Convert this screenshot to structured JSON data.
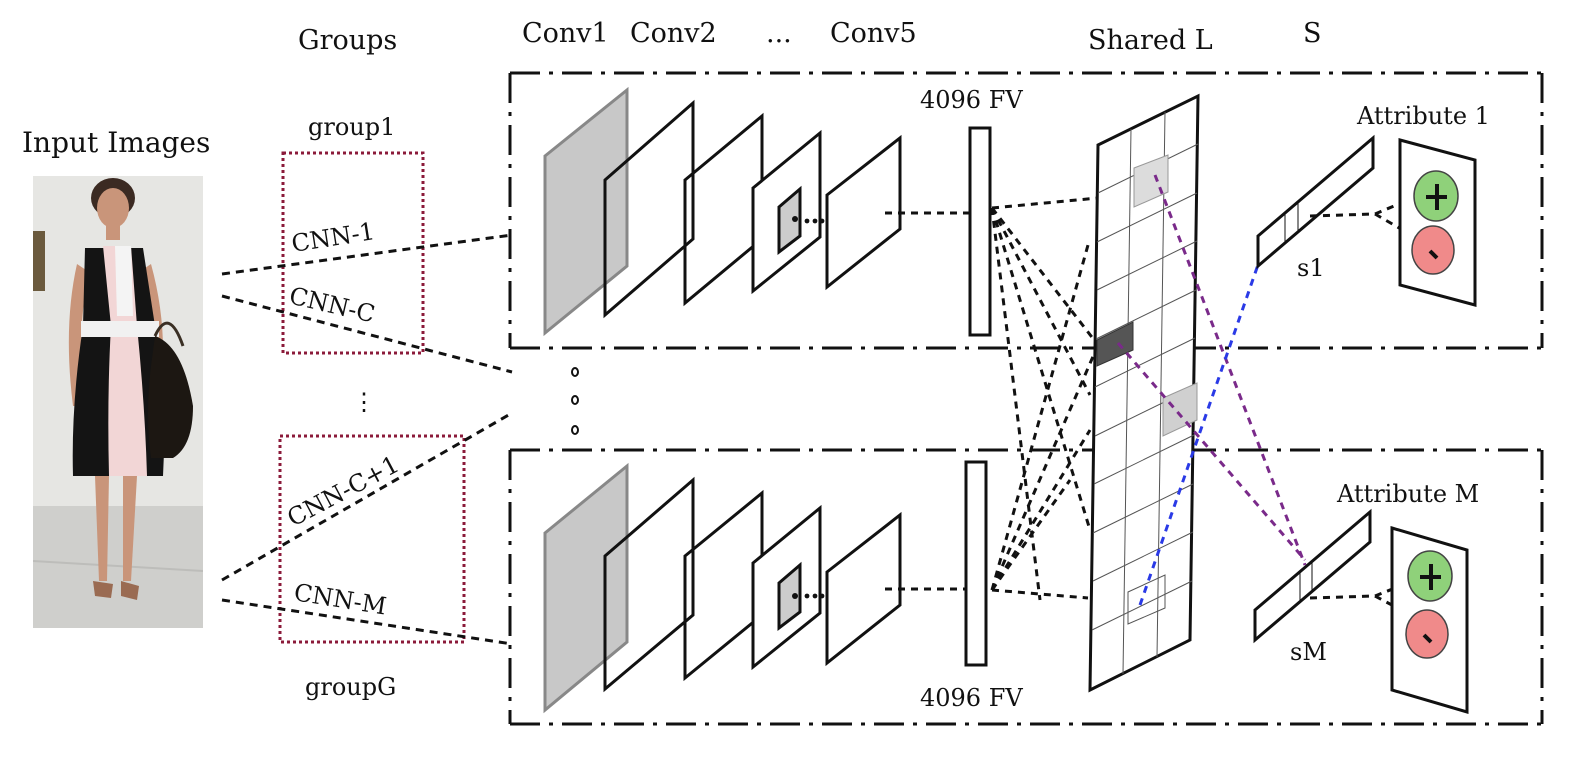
{
  "headers": {
    "groups": "Groups",
    "conv1": "Conv1",
    "conv2": "Conv2",
    "ellipsis": "...",
    "conv5": "Conv5",
    "shared": "Shared L",
    "s": "S"
  },
  "input": {
    "title": "Input Images"
  },
  "groups": {
    "top_name": "group1",
    "top_a": "CNN-1",
    "top_b": "CNN-C",
    "dots": "⋮",
    "bottom_a": "CNN-C+1",
    "bottom_b": "CNN-M",
    "bottom_name": "groupG"
  },
  "fv": {
    "top": "4096 FV",
    "bottom": "4096 FV"
  },
  "attributes": {
    "top_title": "Attribute 1",
    "top_s": "s1",
    "bottom_title": "Attribute M",
    "bottom_s": "sM"
  },
  "colors": {
    "group_box": "#8b1a3a",
    "purple_line": "#7a2a8a",
    "blue_line": "#2a3ae6",
    "plus_fill": "#8fd17a",
    "minus_fill": "#f08a8a",
    "conv1_fill": "#c8c8c8"
  },
  "icons": {
    "plus": "plus-icon",
    "minus": "minus-icon"
  }
}
